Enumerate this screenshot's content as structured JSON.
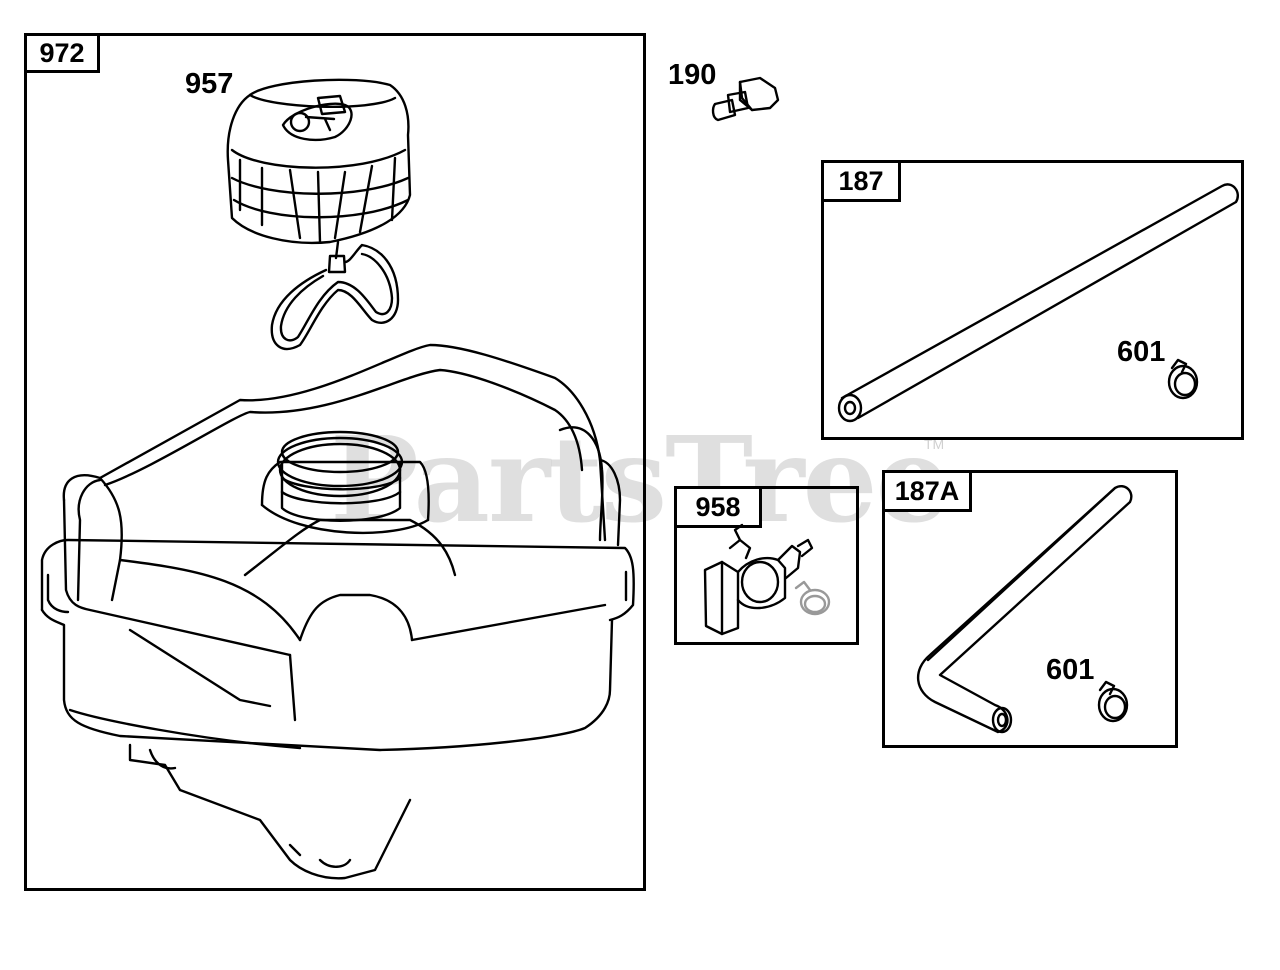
{
  "watermark": {
    "text": "PartsTree",
    "tm": "TM"
  },
  "groups": {
    "tank_assembly": "972",
    "fuel_line": "187",
    "shutoff_valve": "958",
    "formed_line": "187A"
  },
  "callouts": {
    "fuel_cap": "957",
    "screw": "190",
    "clamp_fuel_line": "601",
    "clamp_formed_line": "601"
  },
  "colors": {
    "line": "#000000",
    "watermark": "#969696",
    "background": "#ffffff"
  }
}
